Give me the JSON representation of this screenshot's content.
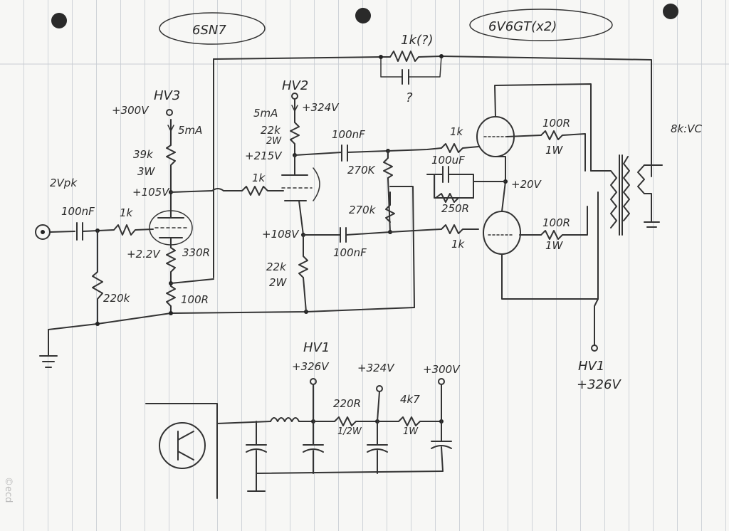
{
  "header": {
    "tube_input": "6SN7",
    "tube_output": "6V6GT(x2)",
    "feedback_resistor": "1k(?)",
    "feedback_cap_unknown": "?"
  },
  "output": {
    "load": "8k:VC",
    "hv_label": "HV1",
    "hv_voltage": "+326V",
    "grid_res_top": "1k",
    "grid_res_bottom": "1k",
    "screen_res_top": "100R",
    "screen_res_top_w": "1W",
    "screen_res_bottom": "100R",
    "screen_res_bottom_w": "1W",
    "cathode_voltage": "+20V",
    "cathode_cap": "100uF",
    "cathode_res": "250R"
  },
  "input_stage": {
    "hv_label": "HV3",
    "hv_voltage": "+300V",
    "current": "5mA",
    "plate_res": "39k",
    "plate_res_w": "3W",
    "plate_voltage": "+105V",
    "input_level": "2Vpk",
    "coupling_cap": "100nF",
    "grid_stop": "1k",
    "cathode_voltage": "+2.2V",
    "cathode_res": "330R",
    "grid_leak": "220k",
    "feedback_res": "100R"
  },
  "phase_splitter": {
    "hv_label": "HV2",
    "hv_voltage": "+324V",
    "current": "5mA",
    "plate_res": "22k",
    "plate_res_w": "2W",
    "plate_voltage": "+215V",
    "grid_stop": "1k",
    "cathode_voltage": "+108V",
    "cathode_res": "22k",
    "cathode_res_w": "2W",
    "cap_top": "100nF",
    "cap_bottom": "100nF",
    "bias_res_top": "270K",
    "bias_res_bottom": "270k"
  },
  "power_supply": {
    "hv1_label": "HV1",
    "hv1_voltage": "+326V",
    "hv2_voltage": "+324V",
    "hv3_voltage": "+300V",
    "res_1": "220R",
    "res_1_w": "1/2W",
    "res_2": "4k7",
    "res_2_w": "1W"
  },
  "margin_mark": "©ecd"
}
